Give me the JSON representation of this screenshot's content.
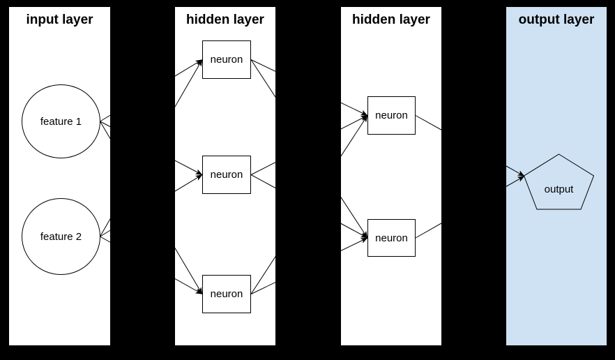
{
  "diagram": {
    "type": "neural-network",
    "colors": {
      "background": "#000000",
      "panel": "#ffffff",
      "output_panel": "#cfe2f3",
      "stroke": "#000000",
      "text": "#000000"
    }
  },
  "layers": [
    {
      "id": "input",
      "title": "input layer",
      "nodes": [
        {
          "id": "feature-1",
          "label": "feature 1",
          "shape": "ellipse"
        },
        {
          "id": "feature-2",
          "label": "feature 2",
          "shape": "ellipse"
        }
      ]
    },
    {
      "id": "hidden-1",
      "title": "hidden layer",
      "nodes": [
        {
          "id": "h1-neuron-1",
          "label": "neuron",
          "shape": "rect"
        },
        {
          "id": "h1-neuron-2",
          "label": "neuron",
          "shape": "rect"
        },
        {
          "id": "h1-neuron-3",
          "label": "neuron",
          "shape": "rect"
        }
      ]
    },
    {
      "id": "hidden-2",
      "title": "hidden layer",
      "nodes": [
        {
          "id": "h2-neuron-1",
          "label": "neuron",
          "shape": "rect"
        },
        {
          "id": "h2-neuron-2",
          "label": "neuron",
          "shape": "rect"
        }
      ]
    },
    {
      "id": "output",
      "title": "output layer",
      "nodes": [
        {
          "id": "output",
          "label": "output",
          "shape": "pentagon"
        }
      ]
    }
  ],
  "edges": [
    {
      "from": "feature-1",
      "to": "h1-neuron-1"
    },
    {
      "from": "feature-1",
      "to": "h1-neuron-2"
    },
    {
      "from": "feature-1",
      "to": "h1-neuron-3"
    },
    {
      "from": "feature-2",
      "to": "h1-neuron-1"
    },
    {
      "from": "feature-2",
      "to": "h1-neuron-2"
    },
    {
      "from": "feature-2",
      "to": "h1-neuron-3"
    },
    {
      "from": "h1-neuron-1",
      "to": "h2-neuron-1"
    },
    {
      "from": "h1-neuron-1",
      "to": "h2-neuron-2"
    },
    {
      "from": "h1-neuron-2",
      "to": "h2-neuron-1"
    },
    {
      "from": "h1-neuron-2",
      "to": "h2-neuron-2"
    },
    {
      "from": "h1-neuron-3",
      "to": "h2-neuron-1"
    },
    {
      "from": "h1-neuron-3",
      "to": "h2-neuron-2"
    },
    {
      "from": "h2-neuron-1",
      "to": "output"
    },
    {
      "from": "h2-neuron-2",
      "to": "output"
    }
  ]
}
